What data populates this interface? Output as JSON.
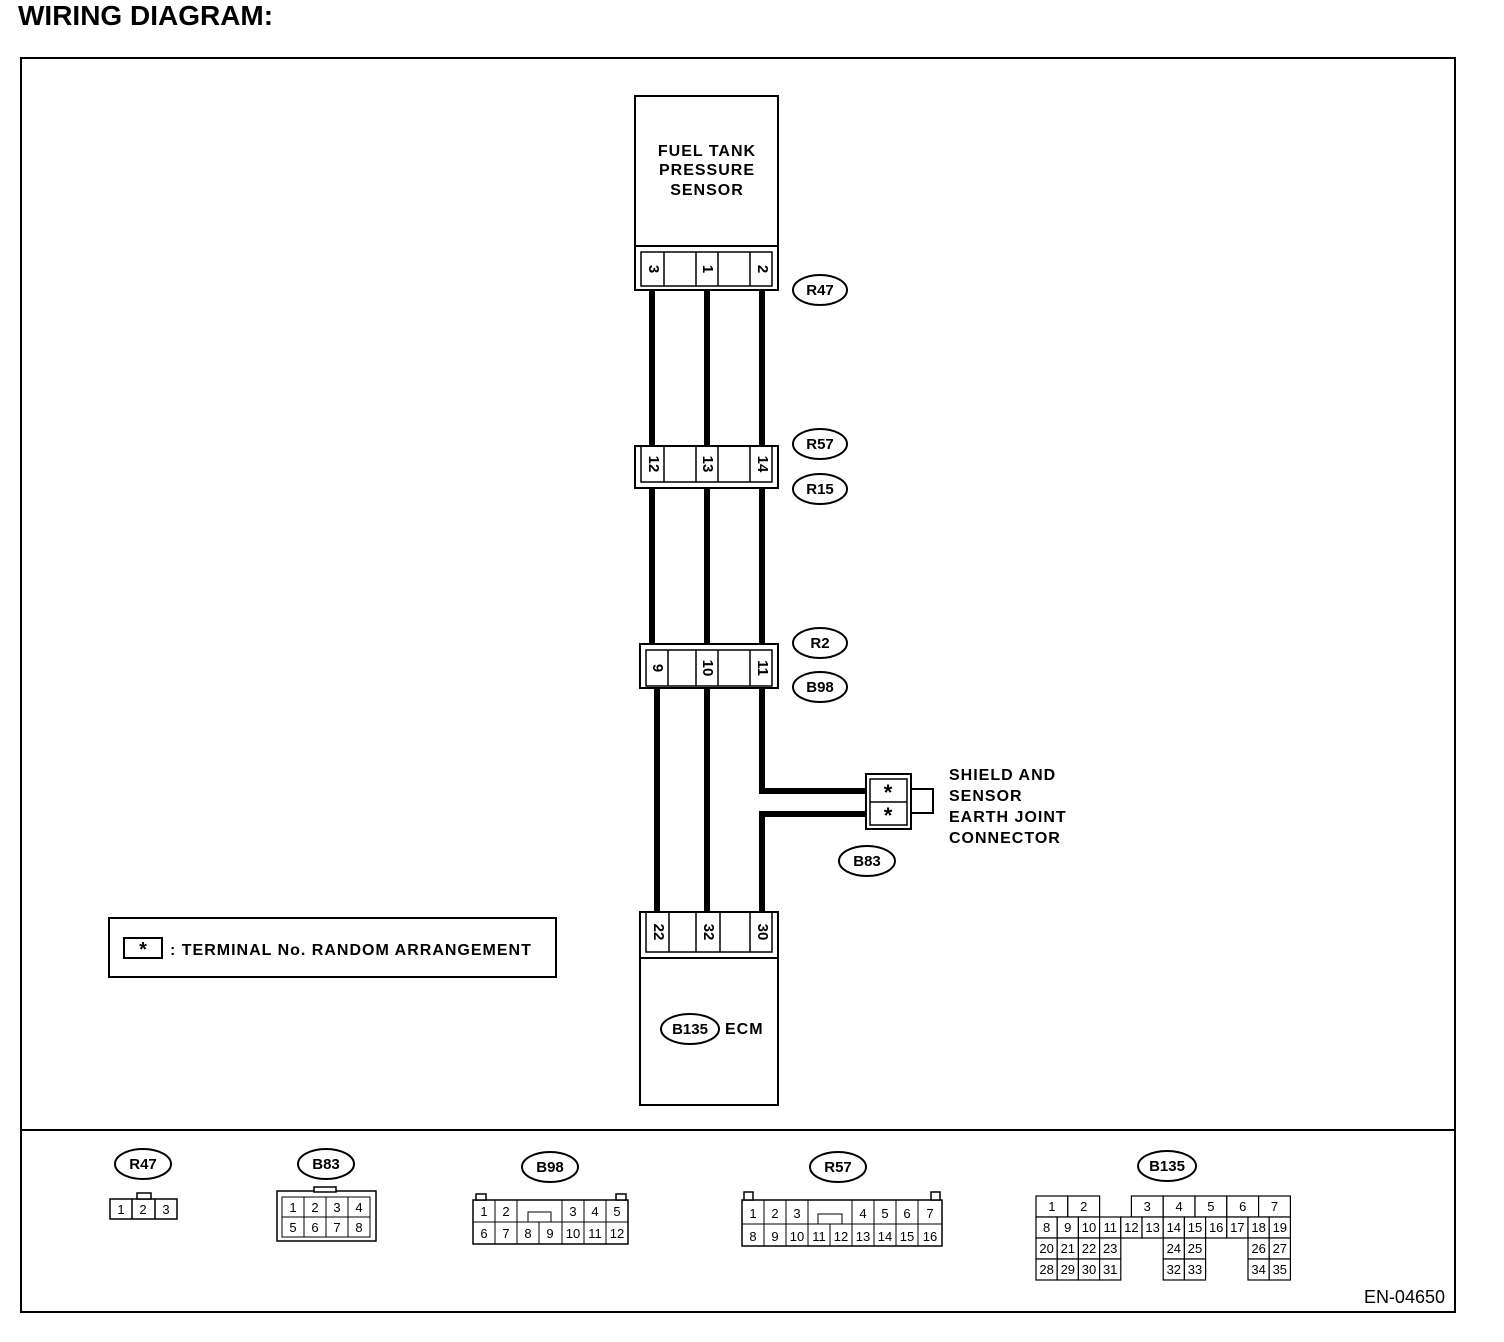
{
  "title": "WIRING DIAGRAM:",
  "sensor": {
    "lines": [
      "FUEL TANK",
      "PRESSURE",
      "SENSOR"
    ]
  },
  "ecm": {
    "connector": "B135",
    "label": "ECM"
  },
  "connectors": {
    "r47": {
      "tag": "R47",
      "pins": [
        "3",
        "1",
        "2"
      ]
    },
    "r57": {
      "tag": "R57",
      "tag2": "R15",
      "pins": [
        "12",
        "13",
        "14"
      ]
    },
    "r2": {
      "tag": "R2",
      "tag2": "B98",
      "pins": [
        "9",
        "10",
        "11"
      ]
    },
    "b135": {
      "pins": [
        "22",
        "32",
        "30"
      ]
    }
  },
  "joint": {
    "tag": "B83",
    "marks": [
      "*",
      "*"
    ],
    "lines": [
      "SHIELD AND",
      "SENSOR",
      "EARTH JOINT",
      "CONNECTOR"
    ]
  },
  "legend": {
    "mark": "*",
    "text": ": TERMINAL No. RANDOM ARRANGEMENT"
  },
  "faces": {
    "r47": {
      "tag": "R47",
      "rows": [
        [
          "1",
          "2",
          "3"
        ]
      ]
    },
    "b83": {
      "tag": "B83",
      "rows": [
        [
          "1",
          "2",
          "3",
          "4"
        ],
        [
          "5",
          "6",
          "7",
          "8"
        ]
      ]
    },
    "b98": {
      "tag": "B98",
      "rows": [
        [
          "1",
          "2",
          "",
          "3",
          "4",
          "5"
        ],
        [
          "6",
          "7",
          "8",
          "9",
          "10",
          "11",
          "12"
        ]
      ]
    },
    "r57": {
      "tag": "R57",
      "rows": [
        [
          "1",
          "2",
          "3",
          "",
          "4",
          "5",
          "6",
          "7"
        ],
        [
          "8",
          "9",
          "10",
          "11",
          "12",
          "13",
          "14",
          "15",
          "16"
        ]
      ]
    },
    "b135": {
      "tag": "B135",
      "rows": [
        [
          "1",
          "2",
          "3",
          "4",
          "5",
          "6",
          "7"
        ],
        [
          "8",
          "9",
          "10",
          "11",
          "12",
          "13",
          "14",
          "15",
          "16",
          "17",
          "18",
          "19"
        ],
        [
          "20",
          "21",
          "22",
          "23",
          "24",
          "25",
          "26",
          "27"
        ],
        [
          "28",
          "29",
          "30",
          "31",
          "32",
          "33",
          "34",
          "35"
        ]
      ]
    }
  },
  "code": "EN-04650"
}
